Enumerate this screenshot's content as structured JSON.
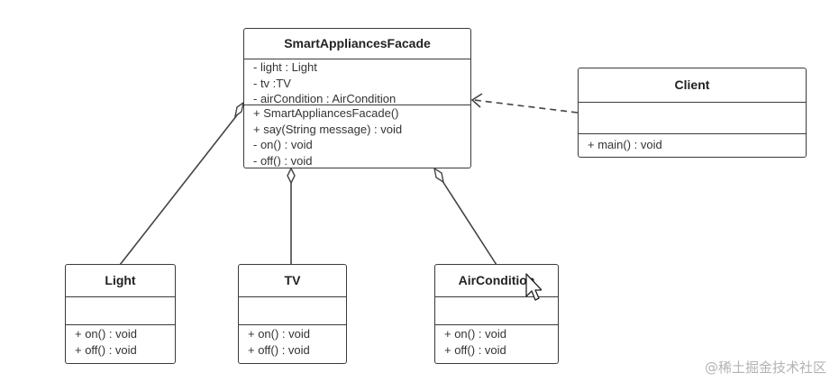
{
  "classes": {
    "facade": {
      "name": "SmartAppliancesFacade",
      "attributes": [
        "- light : Light",
        "- tv :TV",
        "- airCondition : AirCondition"
      ],
      "methods": [
        "+ SmartAppliancesFacade()",
        "+ say(String message) : void",
        "- on() : void",
        "- off() : void"
      ]
    },
    "client": {
      "name": "Client",
      "attributes": [],
      "methods": [
        "+ main() : void"
      ]
    },
    "light": {
      "name": "Light",
      "attributes": [],
      "methods": [
        "+ on() : void",
        "+ off() : void"
      ]
    },
    "tv": {
      "name": "TV",
      "attributes": [],
      "methods": [
        "+ on() : void",
        "+ off() : void"
      ]
    },
    "aircondition": {
      "name": "AirCondition",
      "attributes": [],
      "methods": [
        "+ on() : void",
        "+ off() : void"
      ]
    }
  },
  "relations": [
    {
      "type": "aggregation",
      "whole": "SmartAppliancesFacade",
      "part": "Light"
    },
    {
      "type": "aggregation",
      "whole": "SmartAppliancesFacade",
      "part": "TV"
    },
    {
      "type": "aggregation",
      "whole": "SmartAppliancesFacade",
      "part": "AirCondition"
    },
    {
      "type": "dependency",
      "from": "Client",
      "to": "SmartAppliancesFacade"
    }
  ],
  "watermark": "@稀土掘金技术社区",
  "colors": {
    "border": "#3a3a3a",
    "line": "#444444",
    "watermark": "#b3b3b3"
  },
  "icons": {
    "cursor": "mouse-pointer-icon"
  }
}
